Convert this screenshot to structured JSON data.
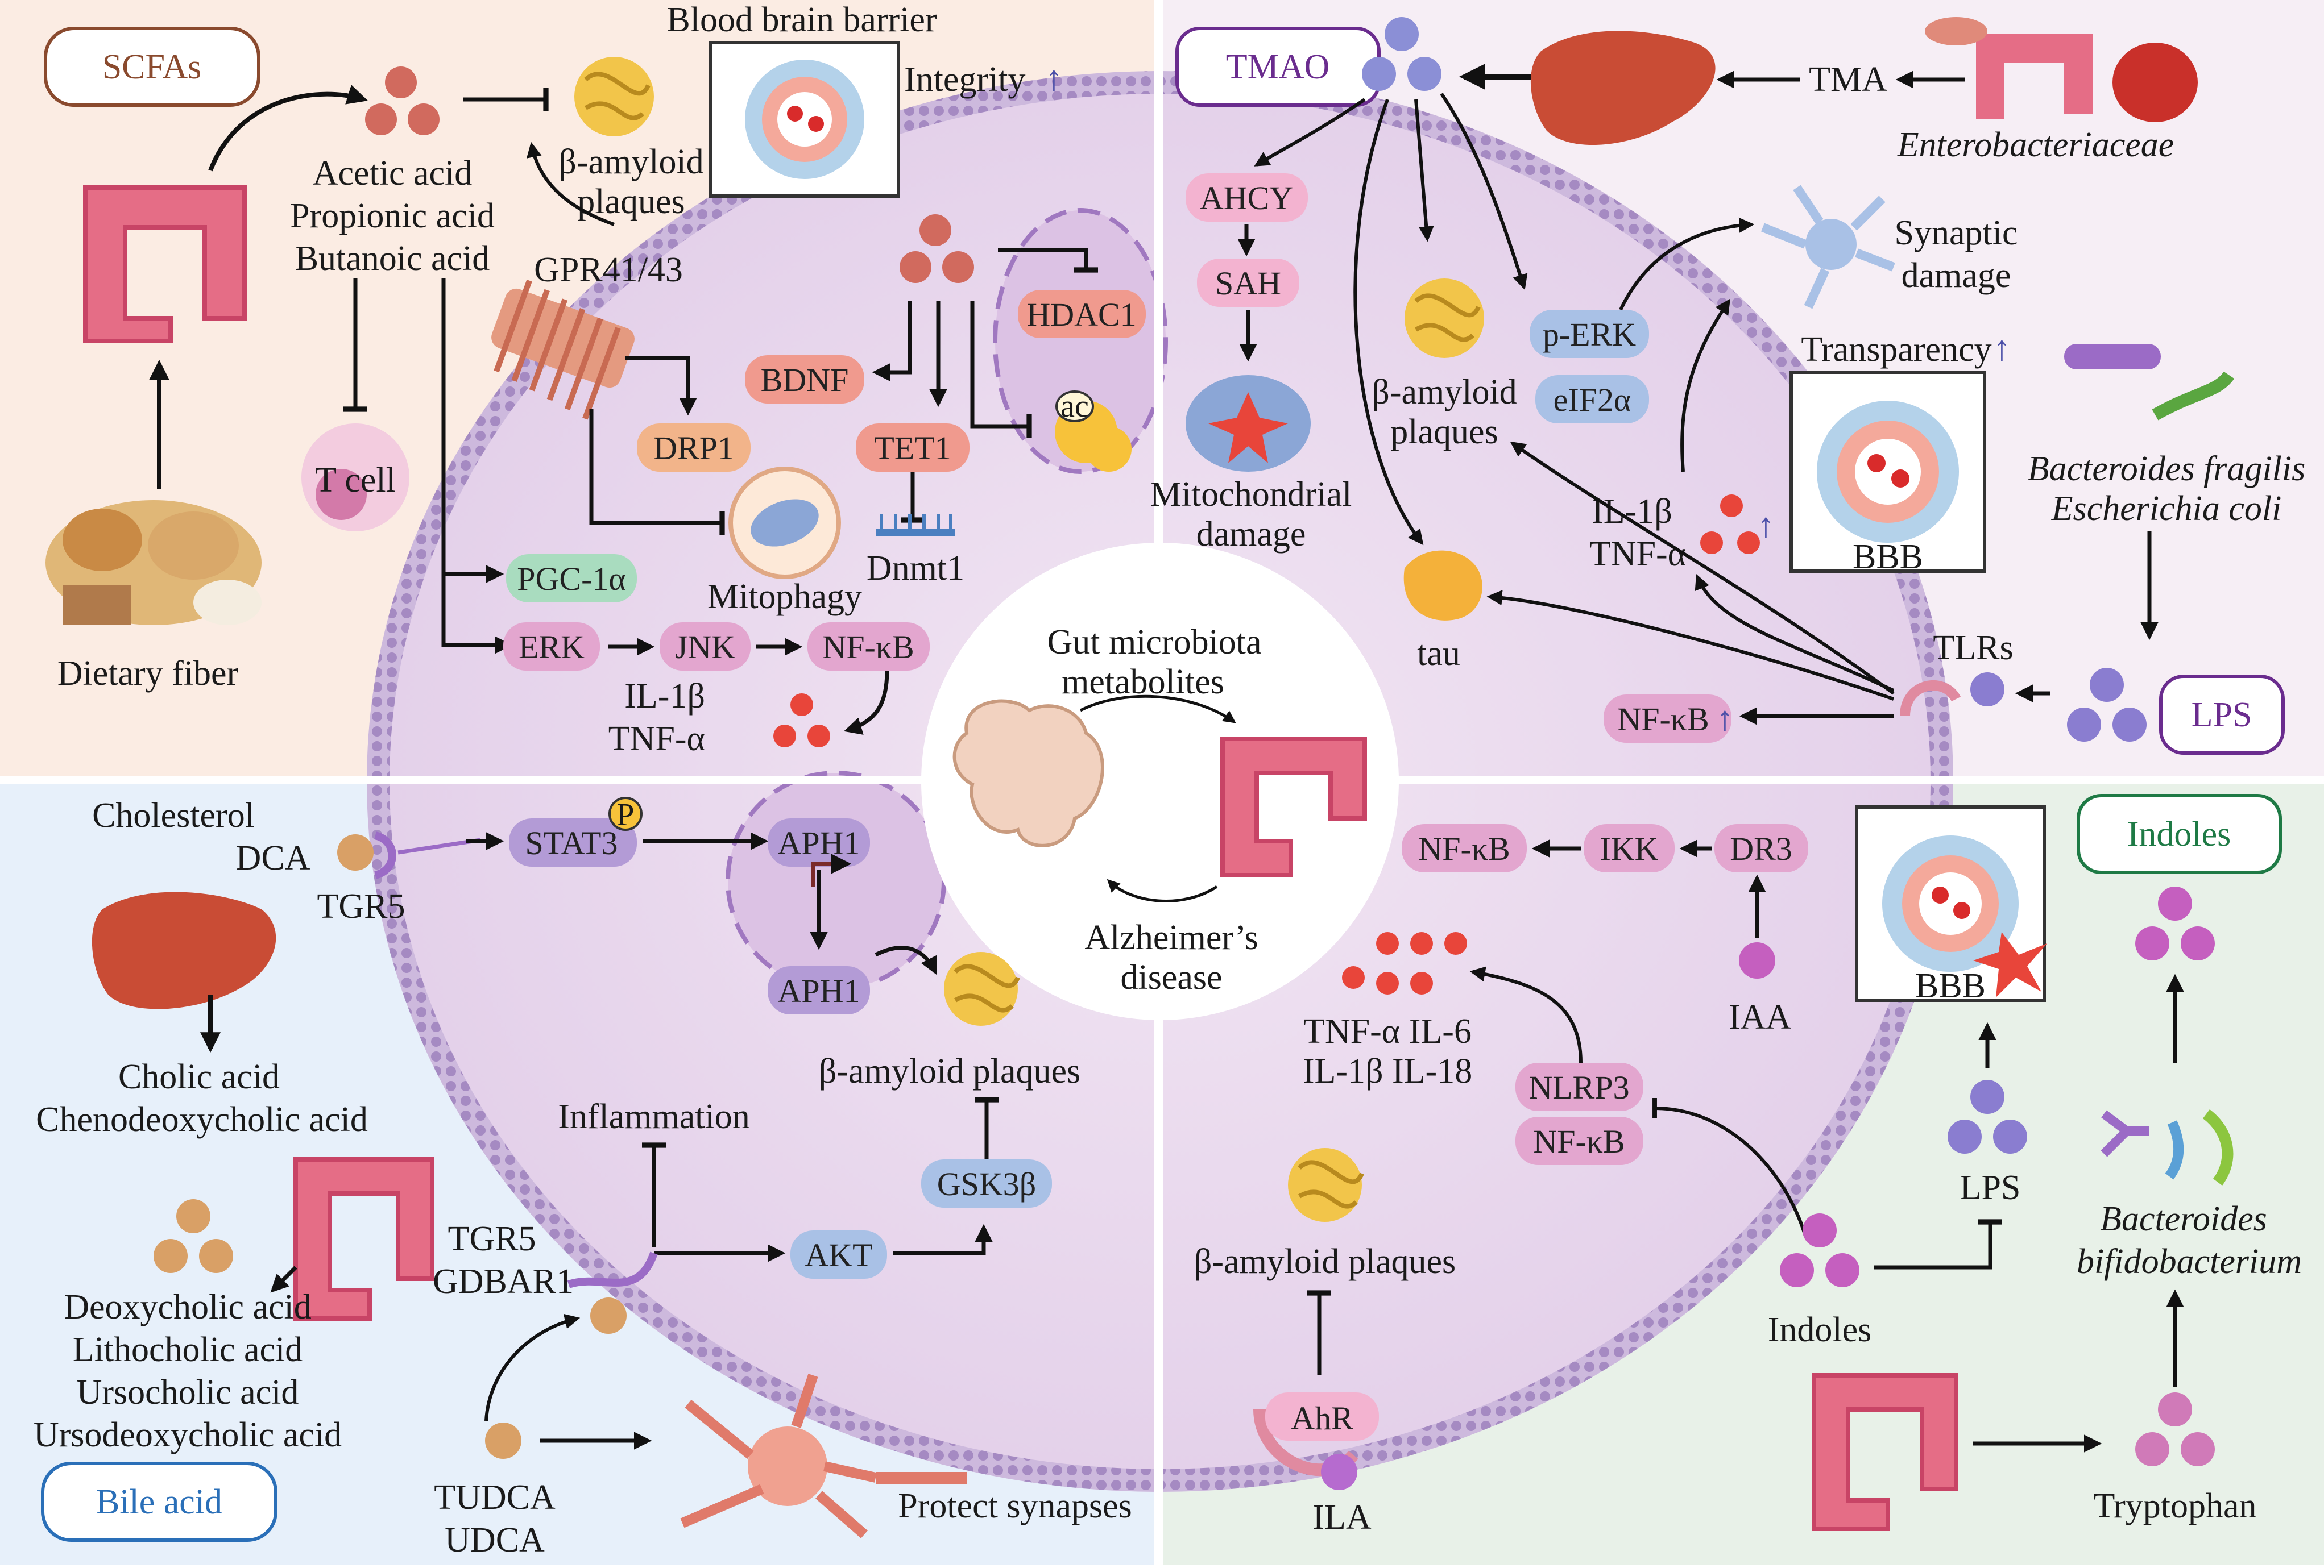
{
  "colors": {
    "scfa_bg": "#fbeee6",
    "tmao_bg": "#f5eef4",
    "bile_bg": "#e9f1f9",
    "indole_bg": "#e9f1ea",
    "cell": "#ecdcef",
    "membrane": "#b9a4cc",
    "red_pill": "#f09a8e",
    "pink_pill": "#e3a6cf",
    "blue_pill": "#a9c1e6",
    "orange_pill": "#f2b48a",
    "green_pill": "#a9dcbf",
    "purple_pill": "#b39bd6",
    "inflammation": "#c8202a",
    "arrow_up": "#4b4fa8"
  },
  "center": {
    "top": "Gut microbiota metabolites",
    "top_l1": "Gut microbiota",
    "top_l2": "metabolites",
    "bottom_l1": "Alzheimer’s",
    "bottom_l2": "disease"
  },
  "scfa": {
    "title": "SCFAs",
    "acids": [
      "Acetic acid",
      "Propionic acid",
      "Butanoic acid"
    ],
    "dietary_fiber": "Dietary fiber",
    "bbb_label": "Blood brain barrier",
    "integrity": "Integrity",
    "amyloid_l1": "β-amyloid",
    "amyloid_l2": "plaques",
    "gpr": "GPR41/43",
    "t_cell": "T cell",
    "hdac1": "HDAC1",
    "ac": "ac",
    "bdnf": "BDNF",
    "tet1": "TET1",
    "drp1": "DRP1",
    "dnmt1": "Dnmt1",
    "mitophagy": "Mitophagy",
    "pgc": "PGC-1α",
    "erk": "ERK",
    "jnk": "JNK",
    "nfkb": "NF-κB",
    "il1b": "IL-1β",
    "tnfa": "TNF-α"
  },
  "tmao": {
    "title": "TMAO",
    "tma": "TMA",
    "enterobacteriaceae": "Enterobacteriaceae",
    "ahcy": "AHCY",
    "sah": "SAH",
    "mito_l1": "Mitochondrial",
    "mito_l2": "damage",
    "amyloid_l1": "β-amyloid",
    "amyloid_l2": "plaques",
    "perk": "p-ERK",
    "eif": "eIF2α",
    "synaptic_l1": "Synaptic",
    "synaptic_l2": "damage",
    "transparency": "Transparency",
    "tau": "tau",
    "il1b": "IL-1β",
    "tnfa": "TNF-α",
    "bbb": "BBB",
    "bact_l1": "Bacteroides fragilis",
    "bact_l2": "Escherichia coli",
    "tlrs": "TLRs",
    "nfkb": "NF-κB",
    "lps": "LPS"
  },
  "bile": {
    "title": "Bile acid",
    "cholesterol": "Cholesterol",
    "dca": "DCA",
    "tgr5": "TGR5",
    "stat3": "STAT3",
    "p": "P",
    "aph1": "APH1",
    "aph1b": "APH1",
    "amyloid": "β-amyloid plaques",
    "cholic": "Cholic acid",
    "cheno": "Chenodeoxycholic acid",
    "inflammation": "Inflammation",
    "gsk": "GSK3β",
    "akt": "AKT",
    "tgr5b": "TGR5",
    "gdbar": "GDBAR1",
    "secondary": [
      "Deoxycholic acid",
      "Lithocholic acid",
      "Ursocholic acid",
      "Ursodeoxycholic acid"
    ],
    "tudca": "TUDCA",
    "udca": "UDCA",
    "protect": "Protect synapses"
  },
  "indoles": {
    "title": "Indoles",
    "nfkb": "NF-κB",
    "ikk": "IKK",
    "dr3": "DR3",
    "iaa": "IAA",
    "cyt_l1": "TNF-α IL-6",
    "cyt_l2": "IL-1β IL-18",
    "nlrp3": "NLRP3",
    "nfkb2": "NF-κB",
    "amyloid": "β-amyloid plaques",
    "ahr": "AhR",
    "ila": "ILA",
    "bbb": "BBB",
    "lps": "LPS",
    "bact_l1": "Bacteroides",
    "bact_l2": "bifidobacterium",
    "indoles": "Indoles",
    "tryptophan": "Tryptophan"
  }
}
